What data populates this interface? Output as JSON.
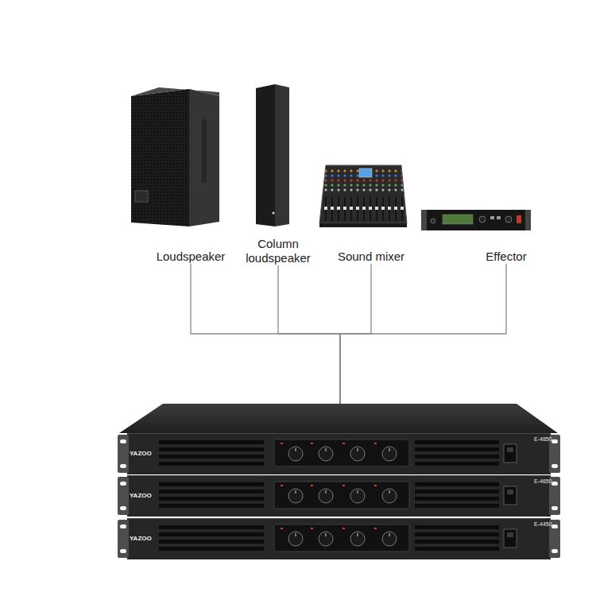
{
  "diagram": {
    "nodes": [
      {
        "text": [
          "Loudspeaker"
        ]
      },
      {
        "text": [
          "Column loudspeaker"
        ]
      },
      {
        "text": [
          "Sound mixer"
        ]
      },
      {
        "text": [
          "Effector"
        ]
      },
      {
        "text": [
          "YAZOO",
          "E-4850"
        ]
      },
      {
        "text": [
          "YAZOO",
          "E-4650"
        ]
      },
      {
        "text": [
          "YAZOO",
          "E-4450"
        ]
      }
    ],
    "edges": [
      {
        "from": 0,
        "to": 4,
        "arrow": "none"
      },
      {
        "from": 1,
        "to": 4,
        "arrow": "none"
      },
      {
        "from": 2,
        "to": 4,
        "arrow": "none"
      },
      {
        "from": 3,
        "to": 4,
        "arrow": "none"
      }
    ]
  }
}
